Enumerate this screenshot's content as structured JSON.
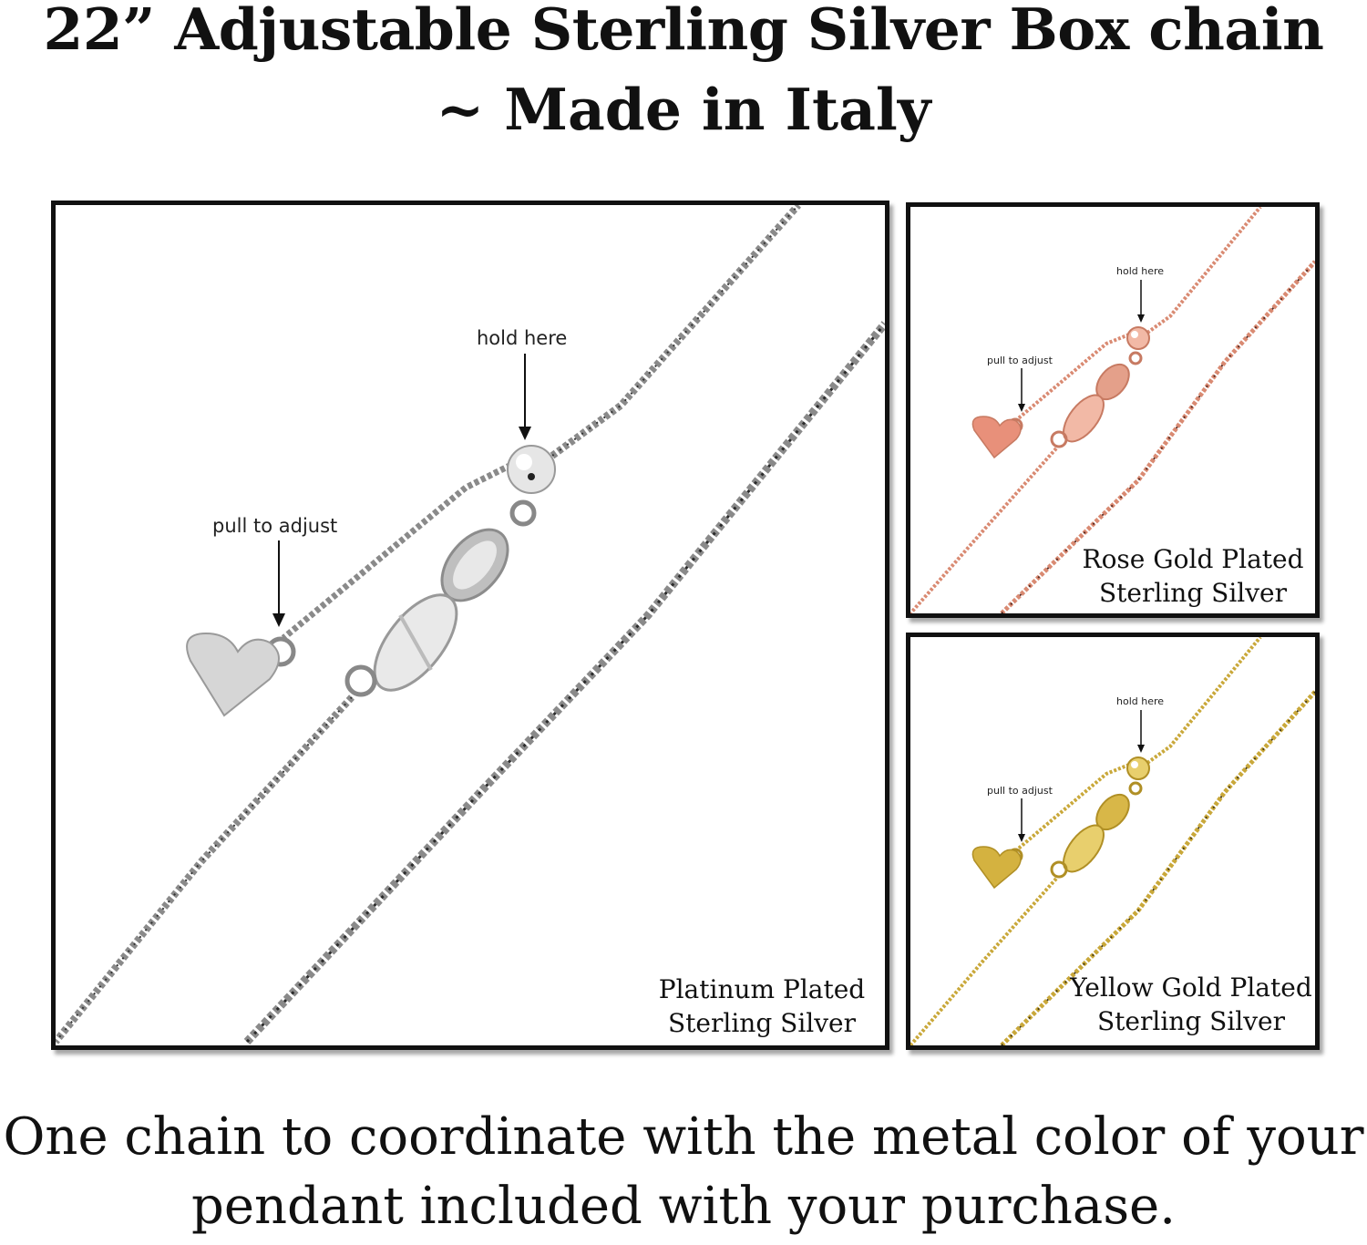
{
  "title": {
    "line1": "22” Adjustable Sterling Silver Box chain",
    "line2": "~ Made in Italy"
  },
  "panels": {
    "platinum": {
      "caption_line1": "Platinum Plated",
      "caption_line2": "Sterling Silver",
      "hold_label": "hold here",
      "pull_label": "pull to adjust",
      "metal_color": "#9a9a9a",
      "accent_color": "#d9d9d9"
    },
    "rose": {
      "caption_line1": "Rose Gold Plated",
      "caption_line2": "Sterling Silver",
      "hold_label": "hold here",
      "pull_label": "pull to adjust",
      "metal_color": "#d98a72",
      "accent_color": "#f2b9a6"
    },
    "yellow": {
      "caption_line1": "Yellow Gold Plated",
      "caption_line2": "Sterling Silver",
      "hold_label": "hold here",
      "pull_label": "pull to adjust",
      "metal_color": "#c9a83a",
      "accent_color": "#e8cf6d"
    }
  },
  "footer": {
    "line1": "One chain to coordinate with the metal color of your",
    "line2": "pendant included with your purchase."
  }
}
